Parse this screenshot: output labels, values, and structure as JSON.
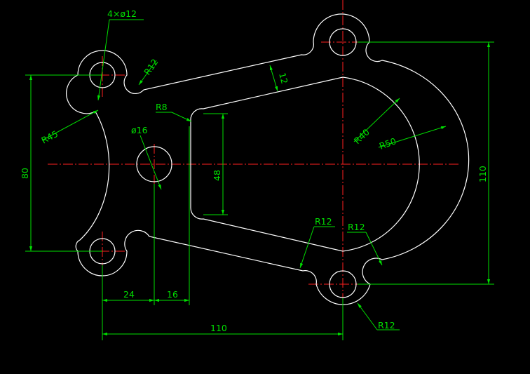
{
  "colors": {
    "background": "#000000",
    "geometry": "#ffffff",
    "dimension": "#00e000",
    "centerline": "#ff2020"
  },
  "labels": {
    "holes": "4×ø12",
    "r12_top_left": "R12",
    "r45": "R45",
    "r8": "R8",
    "d16": "ø16",
    "width12": "12",
    "r40": "R40",
    "r50": "R50",
    "h80": "80",
    "h48": "48",
    "h110": "110",
    "r12_bottom_mid": "R12",
    "r12_bottom_right": "R12",
    "r12_bottom_outer": "R12",
    "w24": "24",
    "w16": "16",
    "w110": "110"
  }
}
